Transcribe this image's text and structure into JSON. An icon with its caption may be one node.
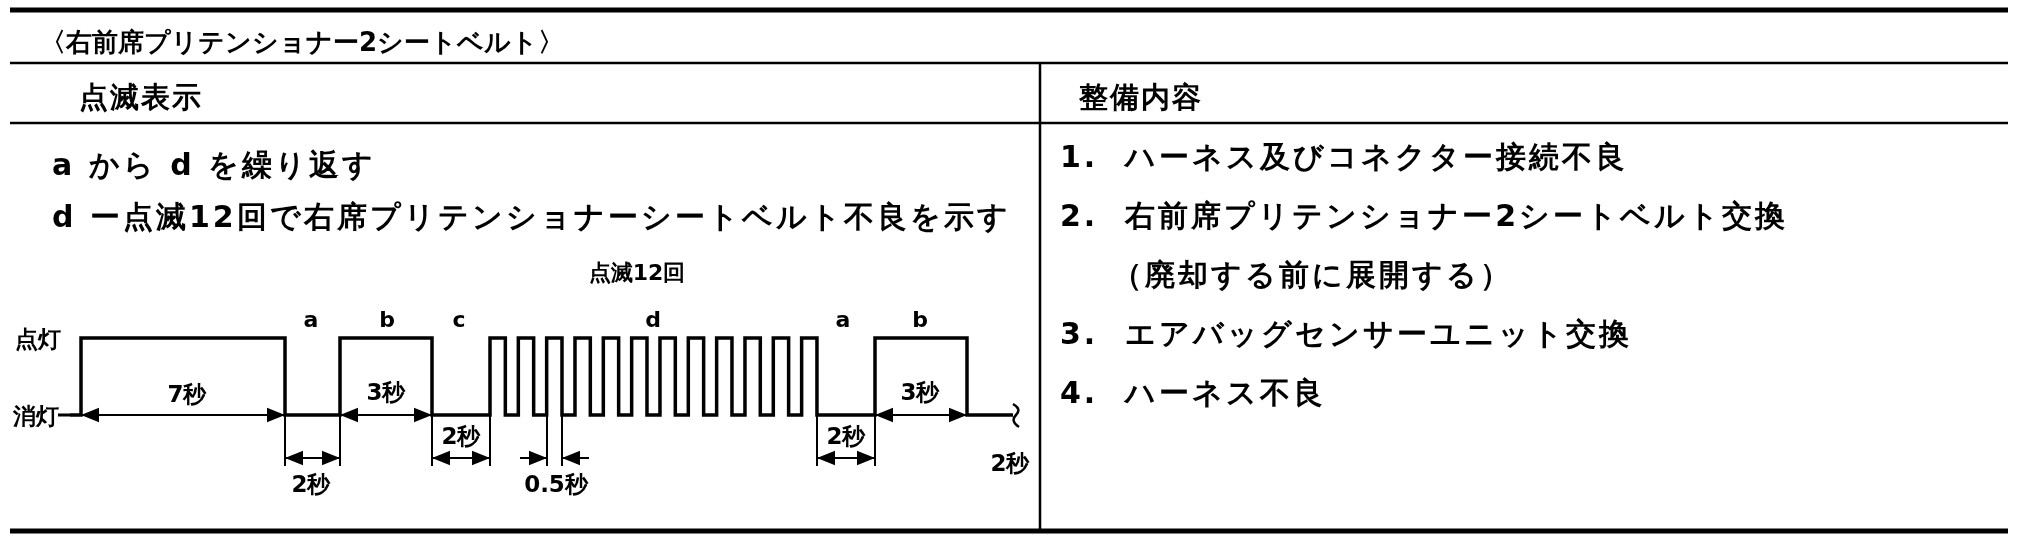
{
  "diagram": {
    "title": "〈右前席プリテンショナー2シートベルト〉",
    "labels": [
      "点滅表示",
      "a から d を繰り返す",
      "d ー点滅12回で右席プリテンショナーシートベルト不良を示す",
      "点滅12回",
      "a",
      "b",
      "c",
      "d",
      "a",
      "b",
      "点灯",
      "7秒",
      "3秒",
      "3秒",
      "消灯",
      "2秒",
      "2秒",
      "2秒",
      "2秒",
      "0.5秒",
      "整備内容",
      "1.  ハーネス及びコネクター接続不良",
      "2.  右前席プリテンショナー2シートベルト交換",
      "（廃却する前に展開する）",
      "3.  エアバッグセンサーユニット交換",
      "4.  ハーネス不良"
    ]
  }
}
